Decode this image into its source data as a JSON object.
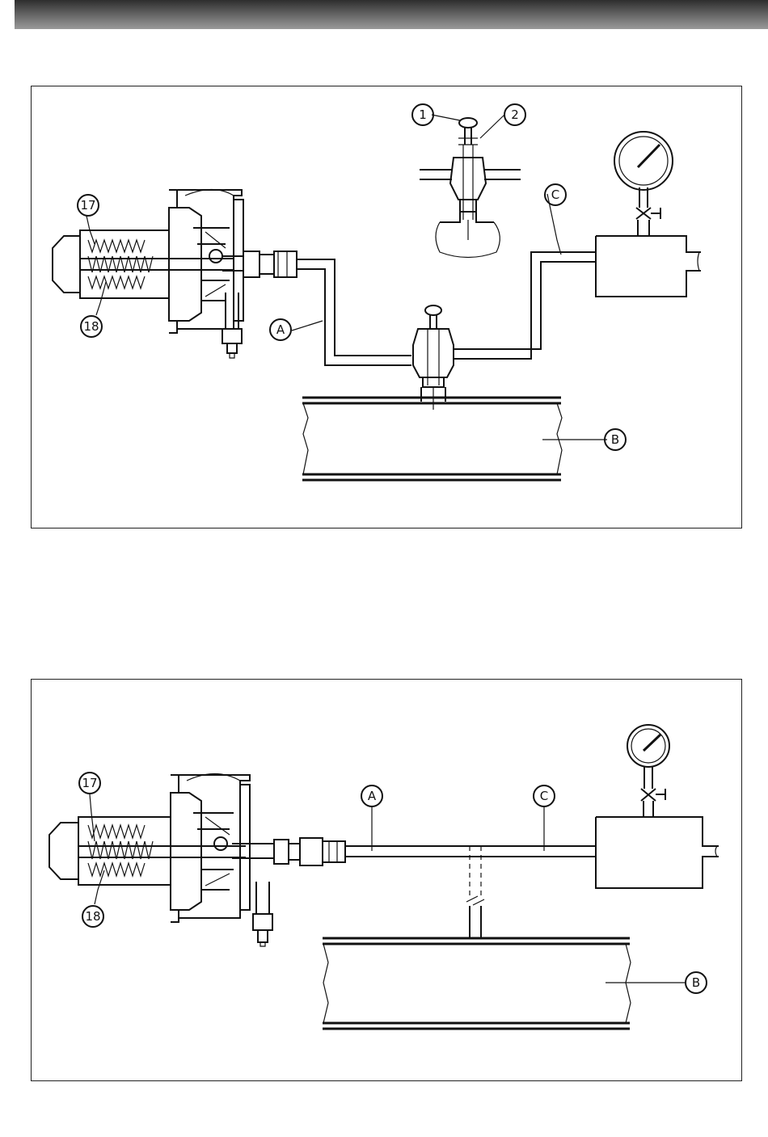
{
  "figures": [
    {
      "id": "installation-with-separate-valve",
      "callouts": {
        "c17": "17",
        "c18": "18",
        "cA": "A",
        "cB": "B",
        "cC": "C",
        "c1": "1",
        "c2": "2"
      }
    },
    {
      "id": "direct-installation",
      "callouts": {
        "c17": "17",
        "c18": "18",
        "cA": "A",
        "cB": "B",
        "cC": "C"
      }
    }
  ],
  "icons": [
    "pressure-gauge-icon",
    "valve-icon",
    "regulator-icon",
    "pipe-icon"
  ],
  "colors": {
    "ink": "#111111",
    "header": "#555555",
    "paper": "#ffffff"
  }
}
